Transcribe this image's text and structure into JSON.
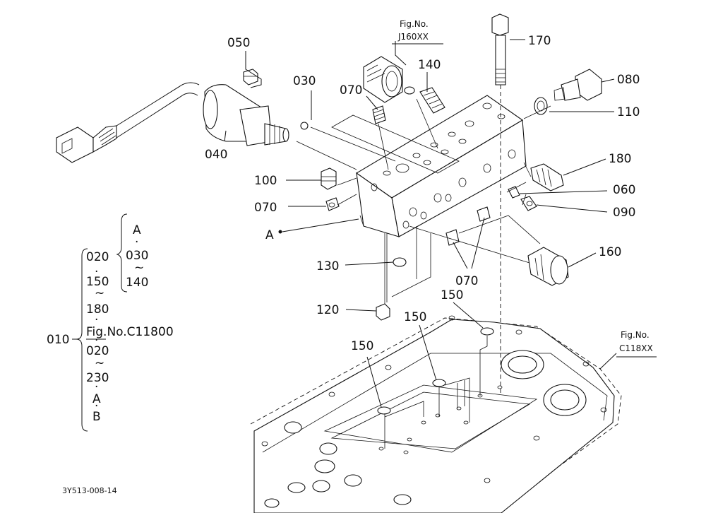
{
  "parts": {
    "p050": "050",
    "p030": "030",
    "p070a": "070",
    "p140": "140",
    "p170": "170",
    "p080": "080",
    "p110": "110",
    "p040": "040",
    "p180": "180",
    "p100": "100",
    "p060": "060",
    "p070b": "070",
    "p090": "090",
    "pA": "A",
    "p160": "160",
    "p130": "130",
    "p070c": "070",
    "p120": "120",
    "p150a": "150",
    "p150b": "150",
    "p150c": "150"
  },
  "figrefs": {
    "top_fig": "Fig.No.",
    "top_num": "J160XX",
    "right_fig": "Fig.No.",
    "right_num": "C118XX"
  },
  "legend": {
    "root": "010",
    "items": [
      "020",
      "150",
      "~",
      "180",
      "Fig.No.C11800",
      "020",
      "~",
      "230",
      "A",
      "B"
    ],
    "sub": [
      "A",
      "030",
      "~",
      "140"
    ]
  },
  "footer": "3Y513-008-14"
}
